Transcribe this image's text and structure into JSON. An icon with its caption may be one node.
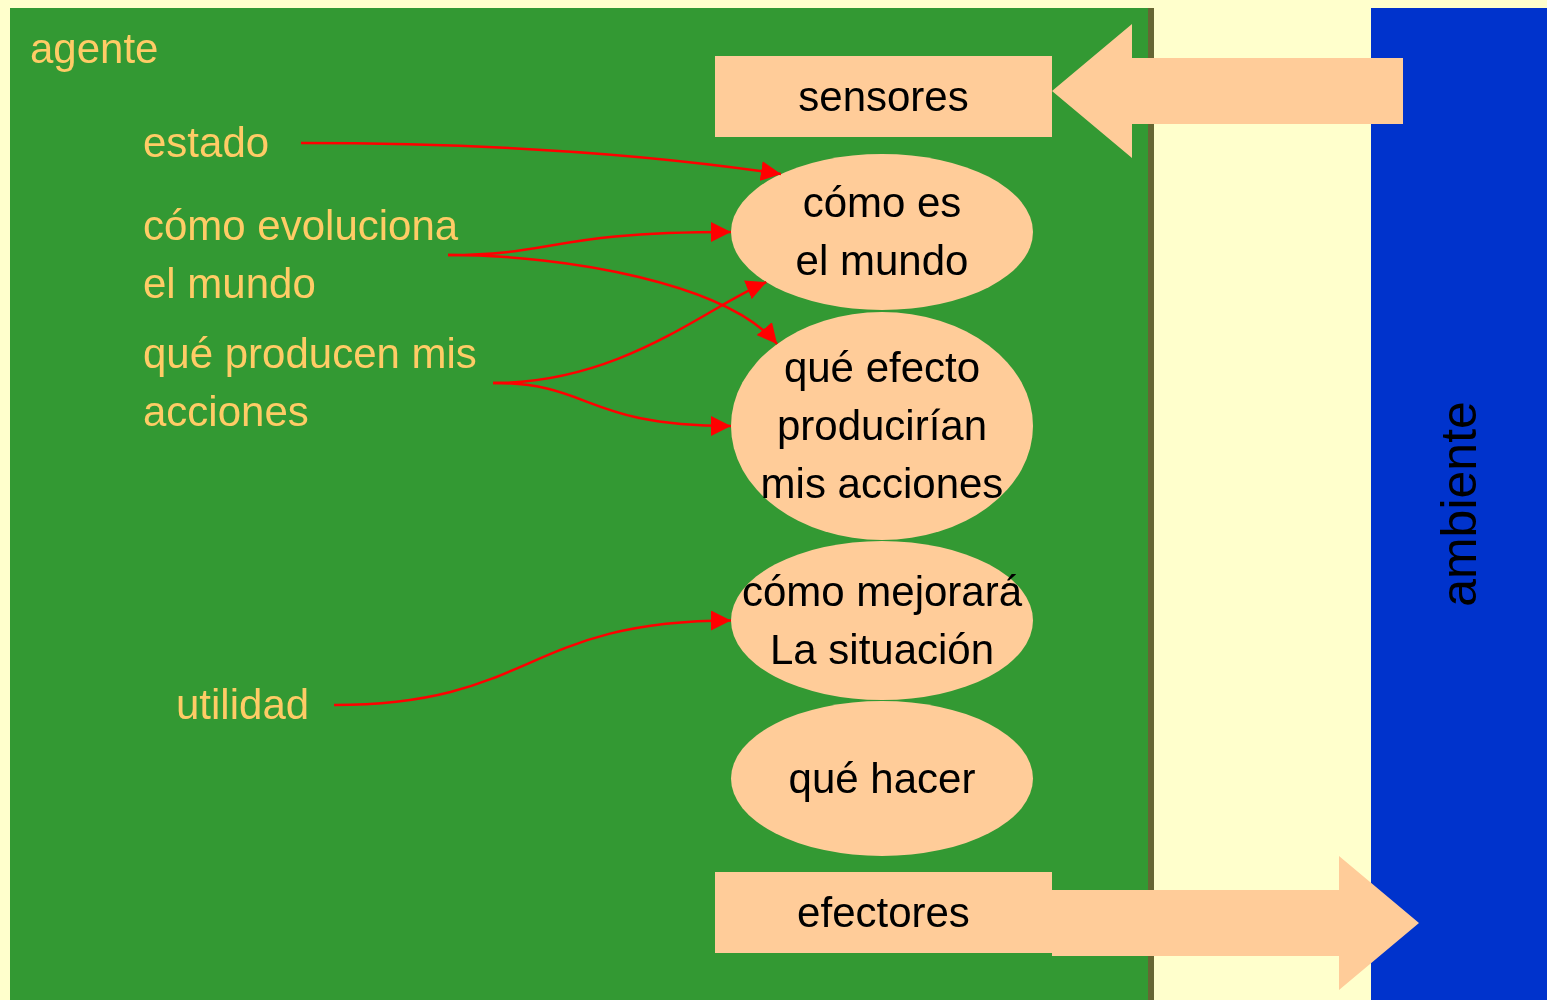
{
  "diagram": {
    "nodes": [
      {
        "text": [
          "agente"
        ]
      },
      {
        "text": [
          "sensores"
        ],
        "in": 0
      },
      {
        "text": [
          "cómo es el mundo"
        ],
        "in": 0
      },
      {
        "text": [
          "qué efecto producirían mis acciones"
        ],
        "in": 0
      },
      {
        "text": [
          "cómo mejorará La situación"
        ],
        "in": 0
      },
      {
        "text": [
          "qué hacer"
        ],
        "in": 0
      },
      {
        "text": [
          "efectores"
        ],
        "in": 0
      },
      {
        "text": [
          "estado"
        ],
        "in": 0
      },
      {
        "text": [
          "cómo evoluciona el mundo"
        ],
        "in": 0
      },
      {
        "text": [
          "qué producen mis acciones"
        ],
        "in": 0
      },
      {
        "text": [
          "utilidad"
        ],
        "in": 0
      },
      {
        "text": [
          "ambiente"
        ]
      }
    ],
    "edges": [
      {
        "from": 11,
        "to": 1,
        "arrow": "to",
        "style": "thick",
        "color": "#ffcc99"
      },
      {
        "from": 7,
        "to": 2,
        "arrow": "to"
      },
      {
        "from": 8,
        "to": 2,
        "arrow": "to"
      },
      {
        "from": 8,
        "to": 3,
        "arrow": "to"
      },
      {
        "from": 9,
        "to": 2,
        "arrow": "to"
      },
      {
        "from": 9,
        "to": 3,
        "arrow": "to"
      },
      {
        "from": 10,
        "to": 4,
        "arrow": "to"
      },
      {
        "from": 6,
        "to": 11,
        "arrow": "to",
        "style": "thick",
        "color": "#ffcc99"
      }
    ]
  }
}
